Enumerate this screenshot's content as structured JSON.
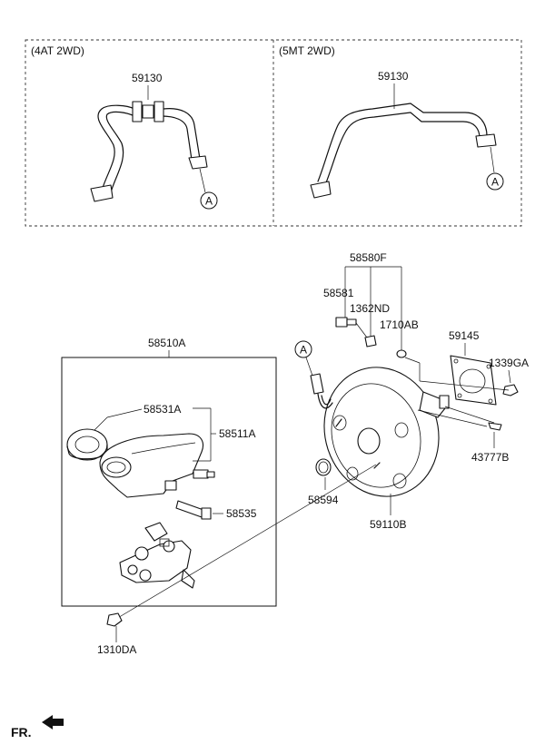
{
  "panels": {
    "left_title": "(4AT 2WD)",
    "right_title": "(5MT 2WD)"
  },
  "callout_letter": "A",
  "parts": {
    "hose_left": "59130",
    "hose_right": "59130",
    "bolt_group": "58580F",
    "bolt": "58581",
    "nut_small": "1362ND",
    "ring_small": "1710AB",
    "gasket": "59145",
    "nut_right": "1339GA",
    "clip_right": "43777B",
    "reservoir_assy": "58510A",
    "cap": "58531A",
    "reservoir": "58511A",
    "sensor": "58535",
    "oring": "58594",
    "booster": "59110B",
    "nut_bottom": "1310DA"
  },
  "footer": {
    "fr_label": "FR."
  }
}
